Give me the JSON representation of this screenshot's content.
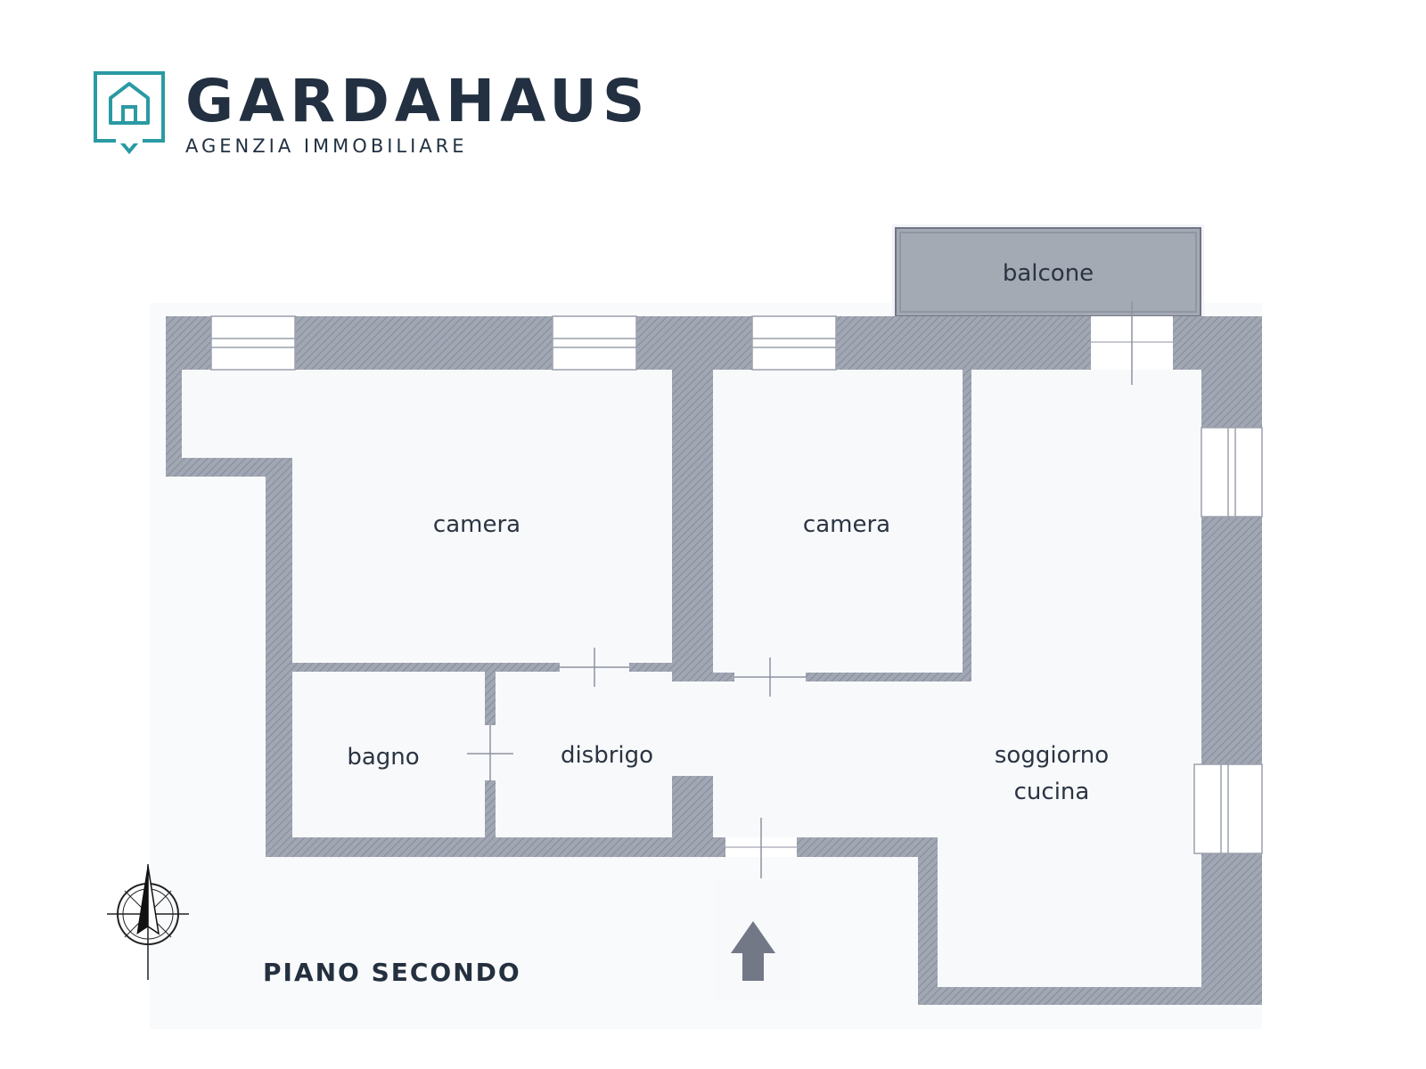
{
  "brand": {
    "name": "GARDAHAUS",
    "tagline": "AGENZIA IMMOBILIARE",
    "colors": {
      "text": "#223041",
      "accent": "#2a9aa3"
    },
    "icon": "house-icon"
  },
  "rooms": {
    "balcone": "balcone",
    "camera_left": "camera",
    "camera_right": "camera",
    "bagno": "bagno",
    "disbrigo": "disbrigo",
    "soggiorno_line1": "soggiorno",
    "soggiorno_line2": "cucina"
  },
  "floor_label": "PIANO SECONDO",
  "colors": {
    "wall": "#9ba1ae",
    "wall_hatch": "#7e8494",
    "floor": "#f8f9fb",
    "balcony": "#a4aab4",
    "text": "#2b3442"
  },
  "icons": {
    "compass": "compass-rose-icon",
    "entrance": "entrance-arrow-icon"
  }
}
